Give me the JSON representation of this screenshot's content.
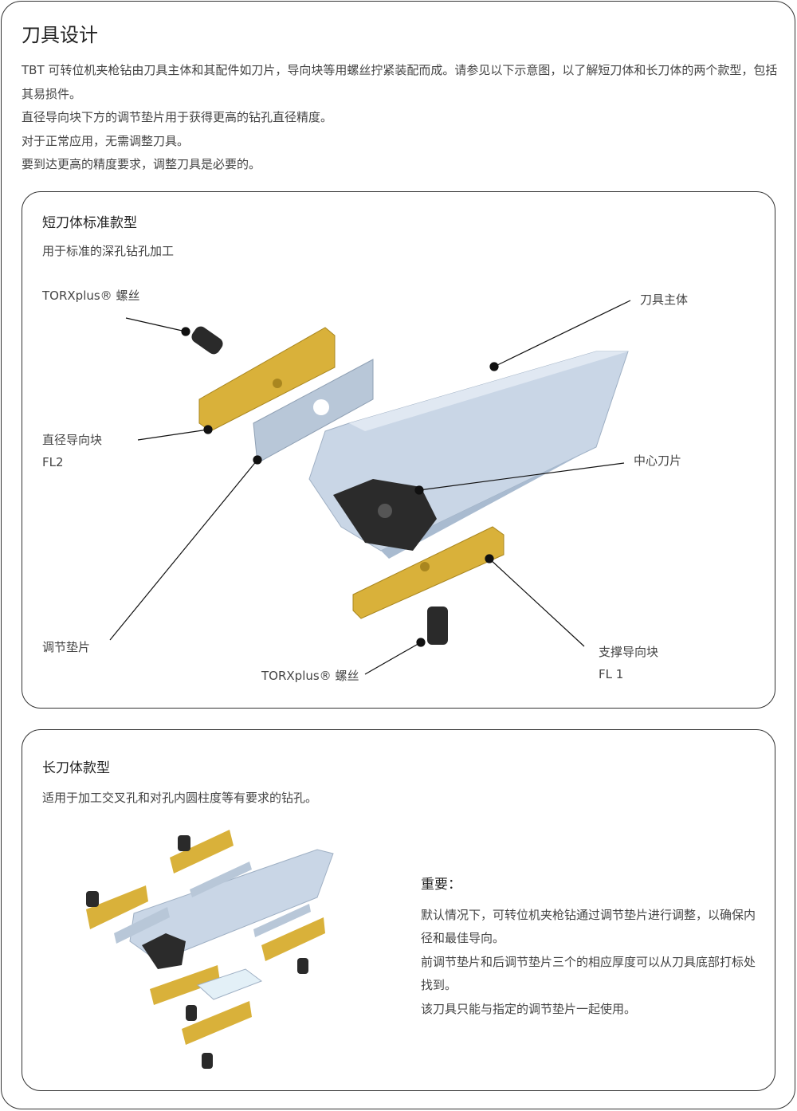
{
  "title": "刀具设计",
  "intro": [
    "TBT 可转位机夹枪钻由刀具主体和其配件如刀片，导向块等用螺丝拧紧装配而成。请参见以下示意图，以了解短刀体和长刀体的两个款型，包括其易损件。",
    "直径导向块下方的调节垫片用于获得更高的钻孔直径精度。",
    "对于正常应用，无需调整刀具。",
    "要到达更高的精度要求，调整刀具是必要的。"
  ],
  "short": {
    "title": "短刀体标准款型",
    "subtitle": "用于标准的深孔钻孔加工",
    "labels": {
      "screw_top": "TORXplus® 螺丝",
      "body": "刀具主体",
      "guide1": "直径导向块",
      "guide1_code": "FL2",
      "insert": "中心刀片",
      "shim": "调节垫片",
      "screw_bottom": "TORXplus® 螺丝",
      "guide2": "支撑导向块",
      "guide2_code": "FL 1"
    }
  },
  "long": {
    "title": "长刀体款型",
    "subtitle": "适用于加工交叉孔和对孔内圆柱度等有要求的钻孔。",
    "important_title": "重要：",
    "important": [
      "默认情况下，可转位机夹枪钻通过调节垫片进行调整，以确保内径和最佳导向。",
      "前调节垫片和后调节垫片三个的相应厚度可以从刀具底部打标处找到。",
      "该刀具只能与指定的调节垫片一起使用。"
    ]
  },
  "colors": {
    "gold": "#d9b13a",
    "body": "#c9d6e6",
    "shim": "#b8c7d8",
    "screw": "#2a2a2a"
  }
}
